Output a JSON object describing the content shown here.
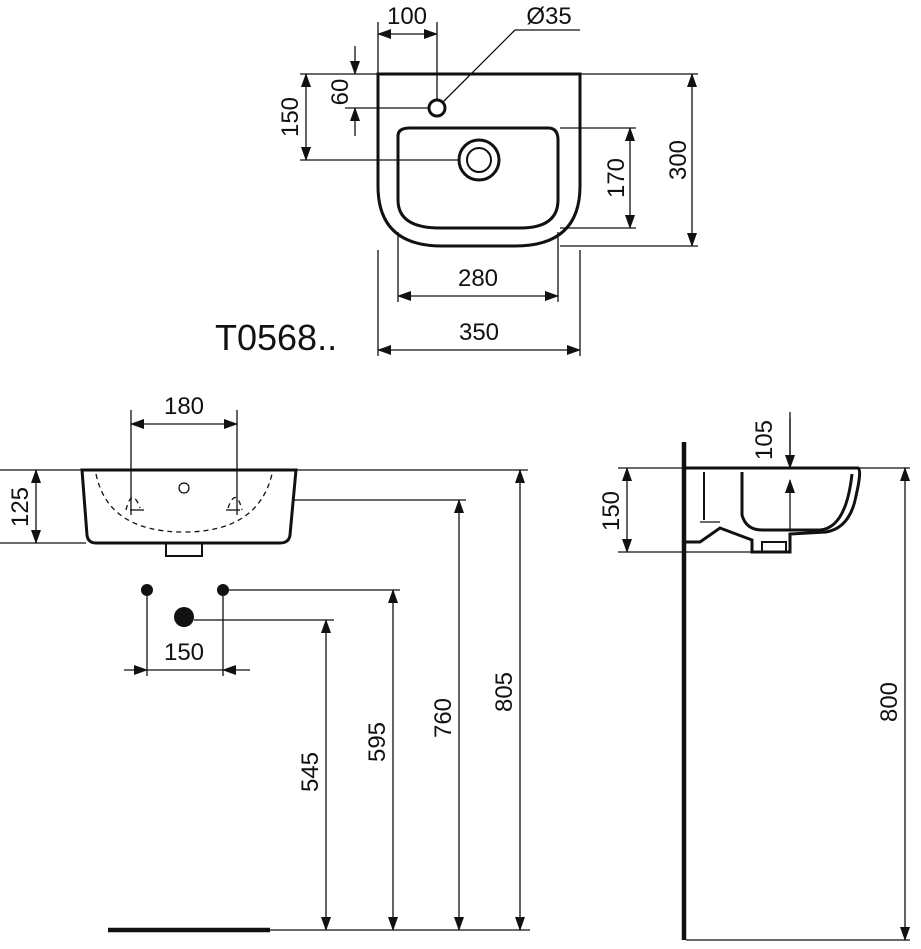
{
  "model_code": "T0568..",
  "top_view": {
    "tap_offset": "100",
    "tap_hole_diameter": "Ø35",
    "tap_depth": "60",
    "waste_depth": "150",
    "bowl_depth": "170",
    "overall_depth": "300",
    "bowl_width": "280",
    "overall_width": "350"
  },
  "front_view": {
    "tap_spacing": "180",
    "basin_height": "125",
    "supply_spacing": "150",
    "waste_height": "545",
    "supply_height": "595",
    "underside_height": "760",
    "rim_height": "805"
  },
  "side_view": {
    "bowl_inner_depth": "105",
    "basin_height": "150",
    "rim_height": "800"
  }
}
